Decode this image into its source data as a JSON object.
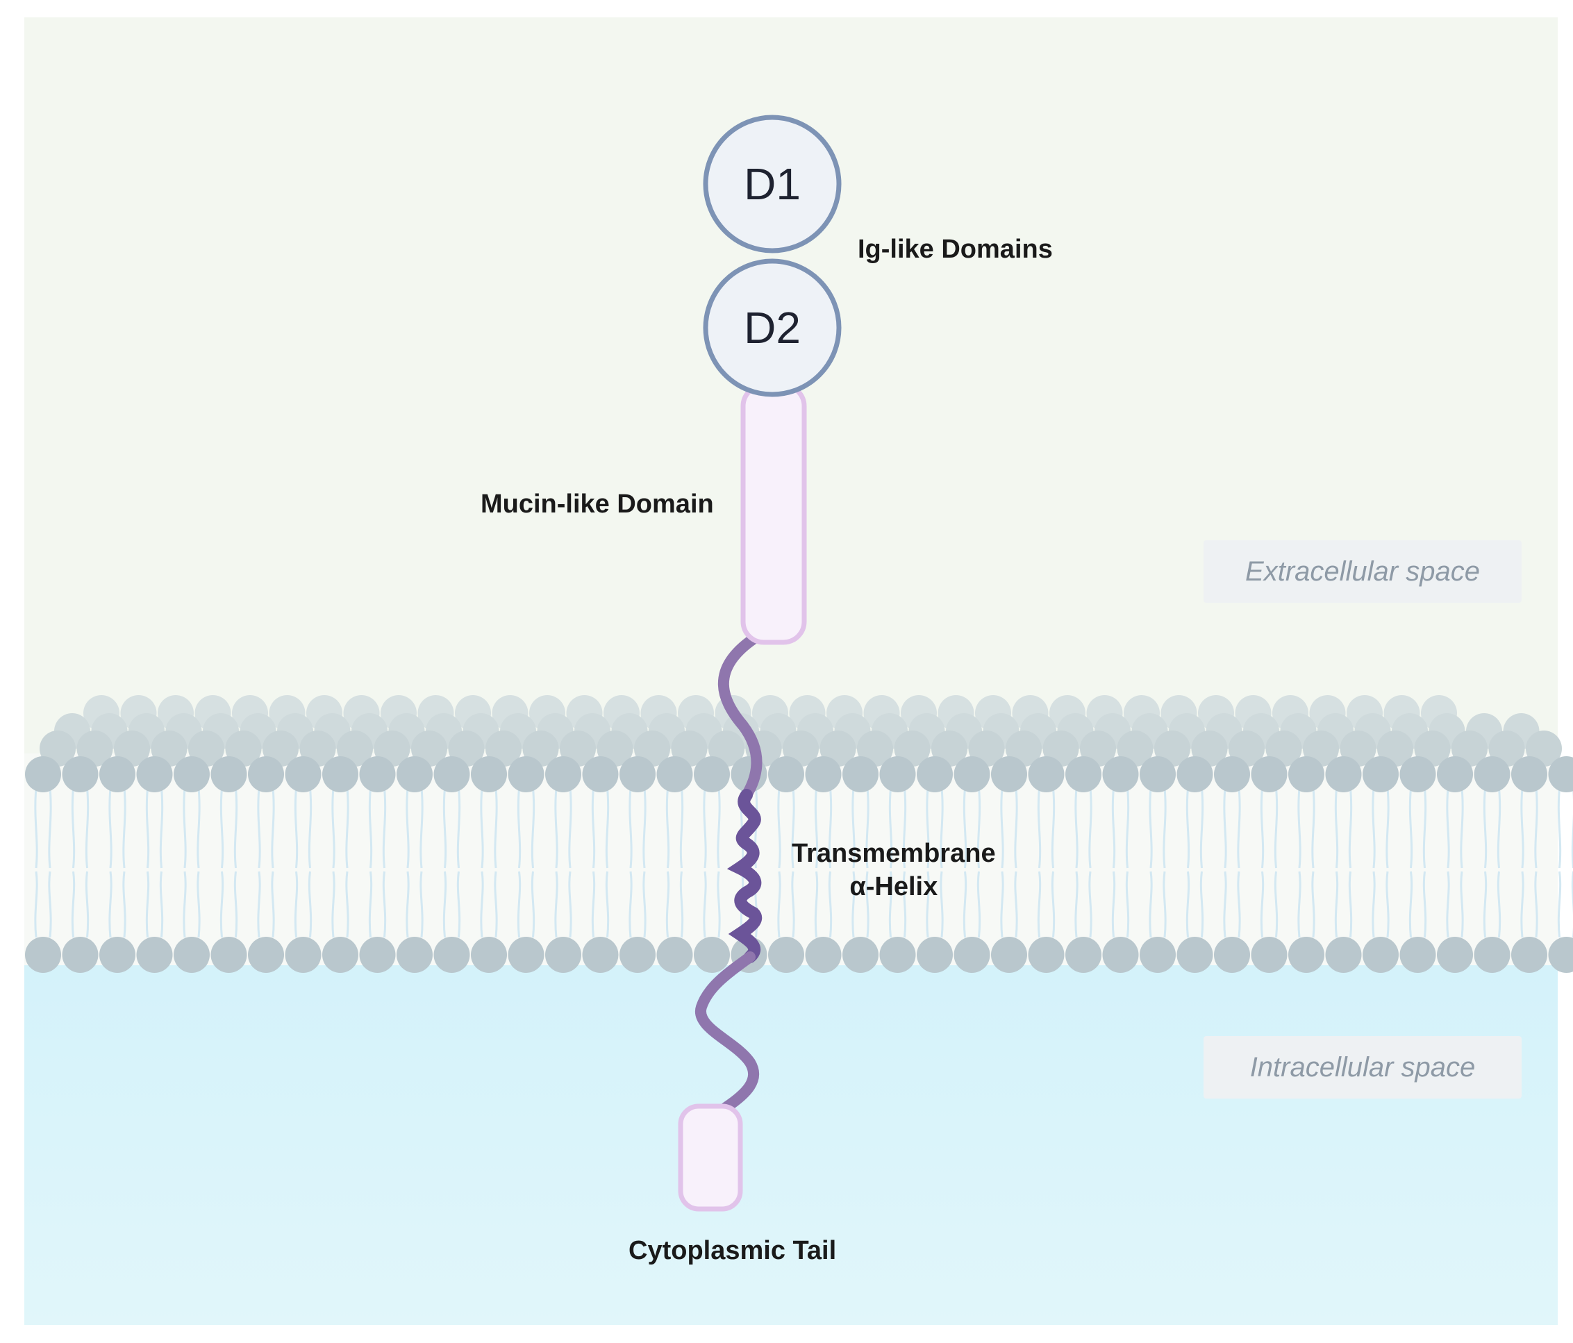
{
  "labels": {
    "ig_like_domains": "Ig-like Domains",
    "mucin_like_domain": "Mucin-like Domain",
    "transmembrane_line1": "Transmembrane",
    "transmembrane_line2": "α-Helix",
    "cytoplasmic_tail": "Cytoplasmic Tail"
  },
  "domains": {
    "d1": "D1",
    "d2": "D2"
  },
  "regions": {
    "extracellular": "Extracellular space",
    "intracellular": "Intracellular space"
  },
  "colors": {
    "extracellular_bg": "#f3f7f0",
    "intracellular_bg": "#d6f3fa",
    "lipid_head": "#b9c7cd",
    "lipid_head_back": "#cdd9dc",
    "domain_circle_stroke": "#7d93b5",
    "domain_circle_fill": "#eef2f7",
    "mucin_stroke": "#e1c3ea",
    "mucin_fill": "#f8f1fb",
    "chain": "#8f76ad",
    "helix": "#6b5499",
    "region_box": "#eef1f3"
  }
}
